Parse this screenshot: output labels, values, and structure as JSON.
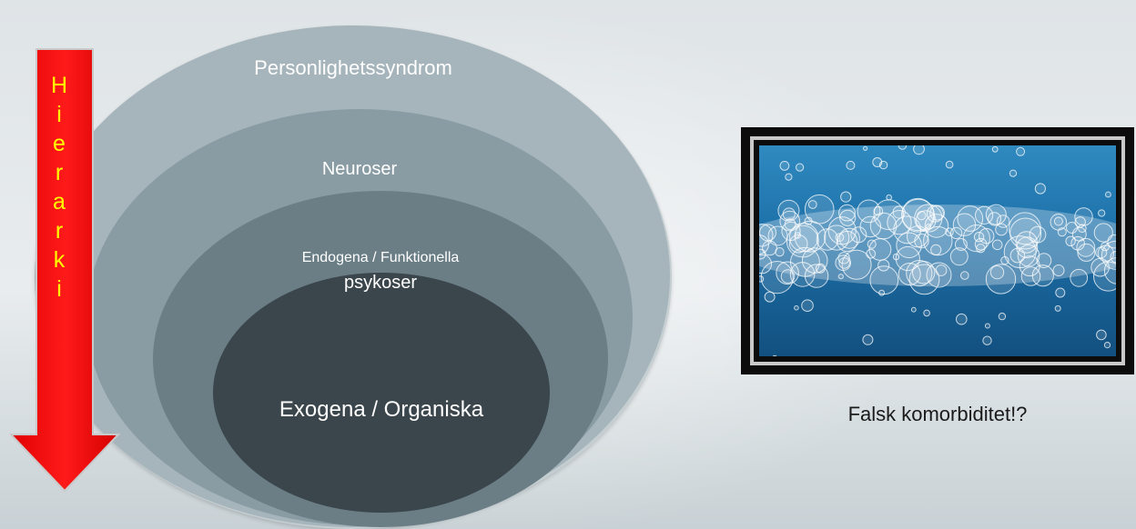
{
  "hierarchy": {
    "arrow_letters": [
      "H",
      "i",
      "e",
      "r",
      "a",
      "r",
      "k",
      "i"
    ],
    "arrow_color": "#ff0000",
    "letter_color": "#ffff00"
  },
  "levels": [
    {
      "label": "Personlighetssyndrom",
      "color": "#a6b5bb"
    },
    {
      "label": "Neuroser",
      "color": "#8a9ca3"
    },
    {
      "label_line1": "Endogena / Funktionella",
      "label_line2": "psykoser",
      "color": "#6b7e86"
    },
    {
      "label": "Exogena / Organiska",
      "color": "#3a464b"
    }
  ],
  "image": {
    "icon": "bubbles-image",
    "caption": "Falsk komorbiditet!?"
  }
}
